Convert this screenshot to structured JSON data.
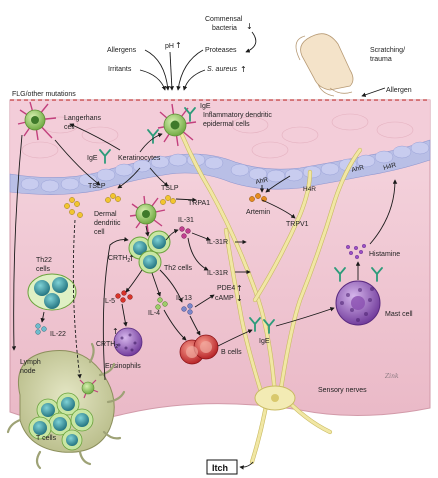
{
  "triggers": {
    "commensal_line1": "Commensal",
    "commensal_line2": "bacteria",
    "allergens": "Allergens",
    "ph": "pH",
    "proteases": "Proteases",
    "irritants": "Irritants",
    "s_aureus": "S. aureus",
    "scratching_line1": "Scratching/",
    "scratching_line2": "trauma",
    "allergen": "Allergen"
  },
  "barrier": {
    "flg_label": "FLG/other mutations"
  },
  "epidermis": {
    "langerhans_line1": "Langerhans",
    "langerhans_line2": "cell",
    "ige_top": "IgE",
    "inflammatory_line1": "Inflammatory dendritic",
    "inflammatory_line2": "epidermal cells",
    "ige_left": "IgE",
    "keratinocytes": "Keratinocytes",
    "tslp_left": "TSLP",
    "tslp_mid": "TSLP",
    "trpa1": "TRPA1",
    "ahr_1": "AhR",
    "ahr_2": "AhR",
    "h4r_1": "H4R",
    "h4r_2": "H4R",
    "artemin": "Artemin",
    "trpv1": "TRPV1"
  },
  "dermis": {
    "dermal_dc_line1": "Dermal",
    "dermal_dc_line2": "dendritic",
    "dermal_dc_line3": "cell",
    "il31": "IL-31",
    "il31r_1": "IL-31R",
    "il31r_2": "IL-31R",
    "crth2_top": "CRTH",
    "crth2_top_sub": "2",
    "th2_cells": "Th2 cells",
    "th22_line1": "Th22",
    "th22_line2": "cells",
    "il22": "IL-22",
    "il5": "IL-5",
    "il4": "IL-4",
    "il13": "IL-13",
    "pde4": "PDE4",
    "camp": "cAMP",
    "crth2_bottom": "CRTH",
    "crth2_bottom_sub": "2",
    "eosinophils": "Eosinophils",
    "b_cells": "B cells",
    "ige_b": "IgE",
    "mast_cell": "Mast cell",
    "histamine": "Histamine",
    "lymph_line1": "Lymph",
    "lymph_line2": "node",
    "t_cells": "T cells",
    "sensory_nerves": "Sensory nerves",
    "itch": "Itch"
  },
  "signature": "Zink",
  "colors": {
    "epidermis_pink": "#f2c9d6",
    "dermis_pink": "#eec0cc",
    "basal_blue": "#b9bfe6",
    "nerve_yellow": "#f1e7a4",
    "green_cell": "#8fc55a",
    "teal_cell": "#2f8f9a",
    "purple_cell": "#8a4fb0",
    "red_cell": "#d0282c"
  }
}
